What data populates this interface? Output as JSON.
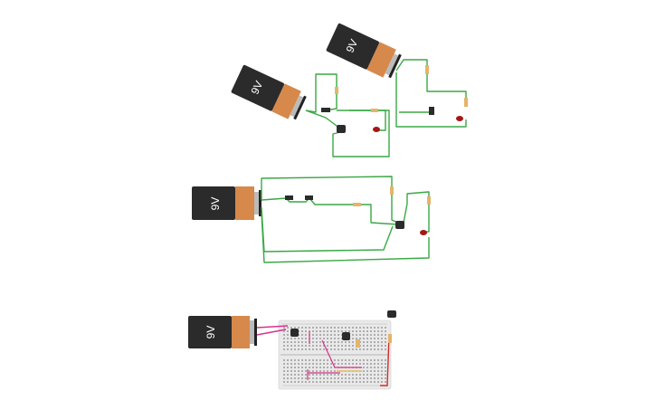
{
  "circuit": {
    "battery_label": "9V",
    "colors": {
      "battery_body": "#2b2b2b",
      "battery_band": "#d6894a",
      "wire": "#3aa845",
      "wire_pink": "#d6338c",
      "wire_red": "#d62b2b",
      "led": "#a31818",
      "breadboard": "#e9e9e9"
    },
    "components": [
      "battery",
      "resistor",
      "led",
      "transistor",
      "push-button",
      "breadboard"
    ]
  }
}
